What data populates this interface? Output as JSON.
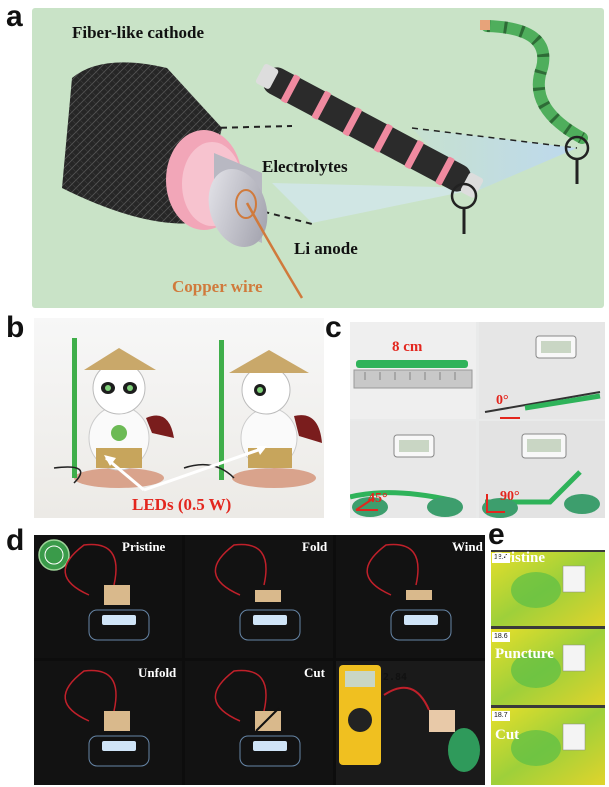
{
  "panels": {
    "a": {
      "letter": "a",
      "labels": {
        "fiber_cathode": "Fiber-like cathode",
        "electrolytes": "Electrolytes",
        "li_anode": "Li anode",
        "copper_wire": "Copper wire"
      }
    },
    "b": {
      "letter": "b",
      "leds_label": "LEDs (0.5 W)"
    },
    "c": {
      "letter": "c",
      "length_label": "8 cm",
      "angles": [
        "0°",
        "45°",
        "90°"
      ]
    },
    "d": {
      "letter": "d",
      "states": [
        "Pristine",
        "Fold",
        "Wind",
        "Unfold",
        "Cut"
      ],
      "multimeter_reading": "2.84"
    },
    "e": {
      "letter": "e",
      "states": [
        "Pristine",
        "Puncture",
        "Cut"
      ],
      "temperatures": [
        "18.4",
        "18.6",
        "18.7"
      ]
    }
  },
  "colors": {
    "panel_a_bg": "#c9e3c7",
    "cathode_black": "#2a2a2a",
    "electrolyte_pink": "#f2a6b8",
    "copper": "#d07a3c",
    "thermal_yellow": "#e3dd2a",
    "thermal_green": "#6cc04a"
  }
}
